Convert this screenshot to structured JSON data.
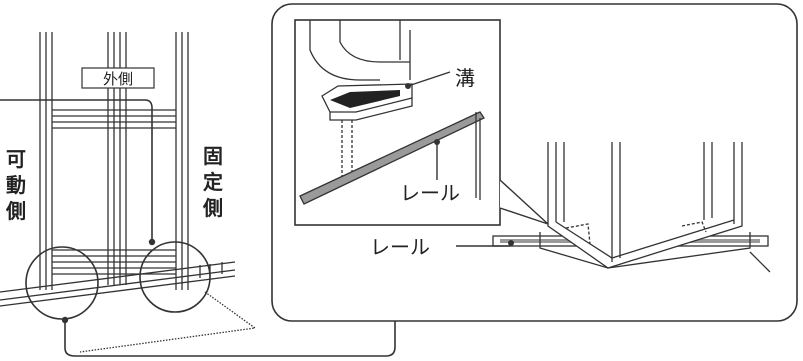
{
  "labels": {
    "outside": "外側",
    "movable_side": [
      "可",
      "動",
      "側"
    ],
    "fixed_side": [
      "固",
      "定",
      "側"
    ],
    "groove": "溝",
    "rail_inset": "レール",
    "rail_main": "レール"
  },
  "colors": {
    "line": "#333333",
    "rail": "#9a9a9a",
    "background": "#ffffff"
  }
}
